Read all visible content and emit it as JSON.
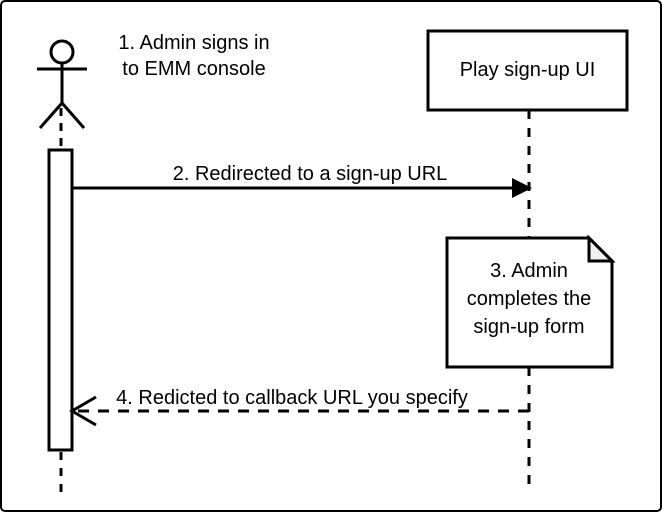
{
  "diagram": {
    "type": "uml-sequence-diagram",
    "colors": {
      "stroke": "#000000",
      "background": "#ffffff",
      "note_fill": "#ffffff",
      "note_fold_fill": "#f0f0f0",
      "text": "#000000"
    },
    "actor": {
      "name": "admin-actor",
      "caption_line_1": "1. Admin signs in",
      "caption_line_2": "to EMM console",
      "caption": "1. Admin signs in\nto EMM console"
    },
    "participant": {
      "name": "play-sign-up-ui",
      "label": "Play sign-up UI"
    },
    "messages": [
      {
        "id": "message-1",
        "label": "2. Redirected to a sign-up URL",
        "style": "solid",
        "arrowhead": "filled",
        "direction": "right"
      },
      {
        "id": "message-2",
        "label": "4. Redicted to callback URL you specify",
        "style": "dashed",
        "arrowhead": "open",
        "direction": "left"
      }
    ],
    "note": {
      "id": "note-admin-completes-form",
      "line_1": "3. Admin",
      "line_2": "completes the",
      "line_3": "sign-up form",
      "text": "3. Admin\ncompletes the\nsign-up form"
    }
  }
}
